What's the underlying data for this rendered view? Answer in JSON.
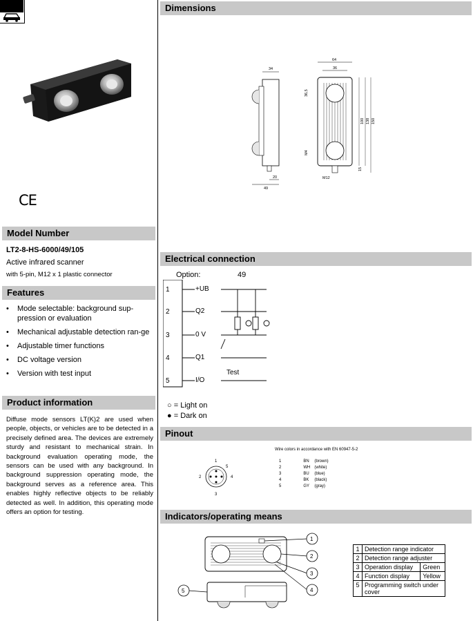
{
  "left": {
    "model_header": "Model Number",
    "model_number": "LT2-8-HS-6000/49/105",
    "description_1": "Active infrared scanner",
    "description_2": "with 5-pin, M12 x 1 plastic connector",
    "ce_mark": "CE",
    "features_header": "Features",
    "features": [
      "Mode selectable: background sup-pression or evaluation",
      "Mechanical adjustable detection ran-ge",
      "Adjustable timer functions",
      "DC voltage version",
      "Version with test input"
    ],
    "product_info_header": "Product information",
    "product_info_text": "Diffuse mode sensors LT(K)2 are used when people, objects, or vehicles are to be detected in a precisely defined area. The devices are extremely sturdy and resistant to mechanical strain. In background evaluation operating mode, the sensors can be used with any background. In background suppression operating mode, the background serves as a reference area. This enables highly reflective objects to be reliably detected as well. In addition, this operating mode offers an option for testing."
  },
  "right": {
    "dimensions_header": "Dimensions",
    "dimension_labels": {
      "d34": "34",
      "d64": "64",
      "d36": "36",
      "d36_5": "36,5",
      "d100": "100",
      "d138": "138",
      "d150": "150",
      "d15": "15",
      "d20": "20",
      "d49": "49",
      "dM4": "M4",
      "dM12": "M12"
    },
    "electrical_header": "Electrical connection",
    "option_label": "Option:",
    "option_value": "49",
    "pins": [
      {
        "num": "1",
        "label": "+UB"
      },
      {
        "num": "2",
        "label": "Q2"
      },
      {
        "num": "3",
        "label": "0 V"
      },
      {
        "num": "4",
        "label": "Q1"
      },
      {
        "num": "5",
        "label": "I/O"
      }
    ],
    "test_label": "Test",
    "legend_light": "= Light on",
    "legend_dark": "= Dark on",
    "pinout_header": "Pinout",
    "pinout_pins": [
      "1",
      "2",
      "3",
      "4",
      "5"
    ],
    "wire_title": "Wire colors in accordance with EN 60947-5-2",
    "wires": [
      {
        "num": "1",
        "code": "BN",
        "color": "(brown)"
      },
      {
        "num": "2",
        "code": "WH",
        "color": "(white)"
      },
      {
        "num": "3",
        "code": "BU",
        "color": "(blue)"
      },
      {
        "num": "4",
        "code": "BK",
        "color": "(black)"
      },
      {
        "num": "5",
        "code": "GY",
        "color": "(gray)"
      }
    ],
    "indicators_header": "Indicators/operating means",
    "callouts": [
      "1",
      "2",
      "3",
      "4",
      "5"
    ],
    "indicators": [
      {
        "num": "1",
        "label": "Detection range indicator",
        "color": ""
      },
      {
        "num": "2",
        "label": "Detection range adjuster",
        "color": ""
      },
      {
        "num": "3",
        "label": "Operation display",
        "color": "Green"
      },
      {
        "num": "4",
        "label": "Function display",
        "color": "Yellow"
      },
      {
        "num": "5",
        "label": "Programming switch under cover",
        "color": ""
      }
    ]
  }
}
